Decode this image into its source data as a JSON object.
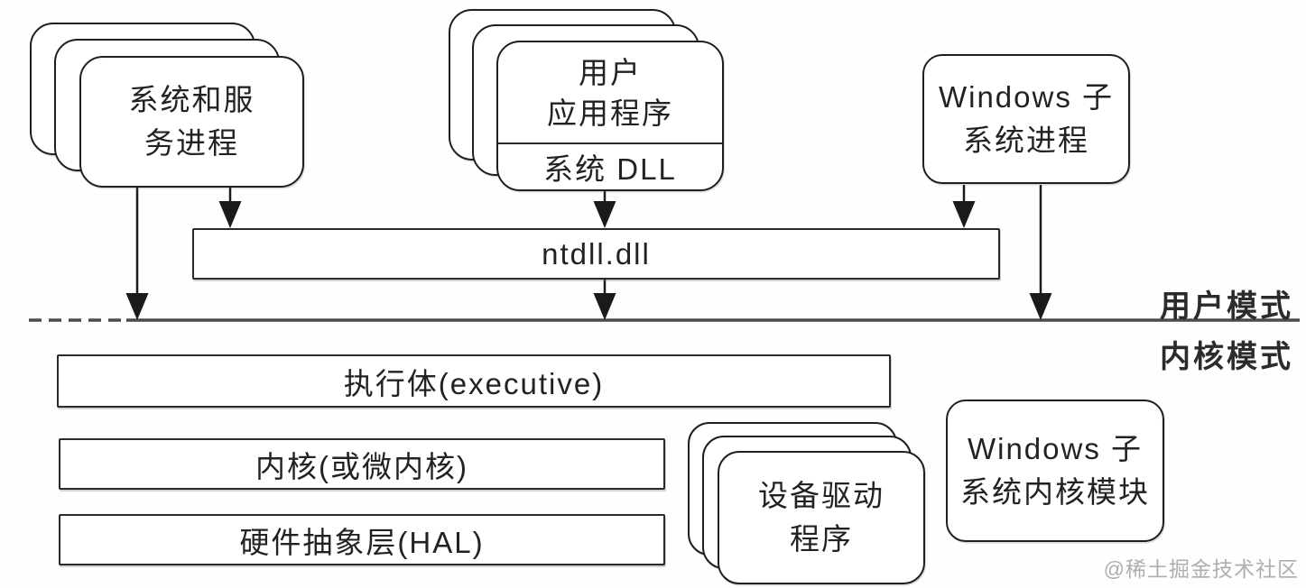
{
  "diagram": {
    "boxes": {
      "system_service_processes": {
        "lines": [
          "系统和服",
          "务进程"
        ]
      },
      "user_applications": {
        "lines": [
          "用户",
          "应用程序"
        ],
        "sub_label": "系统 DLL"
      },
      "windows_subsystem_process": {
        "lines": [
          "Windows 子",
          "系统进程"
        ]
      },
      "ntdll": {
        "label": "ntdll.dll"
      },
      "executive": {
        "label": "执行体(executive)"
      },
      "kernel": {
        "label": "内核(或微内核)"
      },
      "hal": {
        "label": "硬件抽象层(HAL)"
      },
      "device_drivers": {
        "lines": [
          "设备驱动",
          "程序"
        ]
      },
      "windows_subsystem_kernel_module": {
        "lines": [
          "Windows 子",
          "系统内核模块"
        ]
      }
    },
    "labels": {
      "user_mode": "用户模式",
      "kernel_mode": "内核模式"
    },
    "watermark": "@稀土掘金技术社区",
    "colors": {
      "border": "#1f1f1f",
      "divider": "#4a4a4a",
      "watermark": "#aeaeae",
      "background": "#fefefe"
    }
  }
}
